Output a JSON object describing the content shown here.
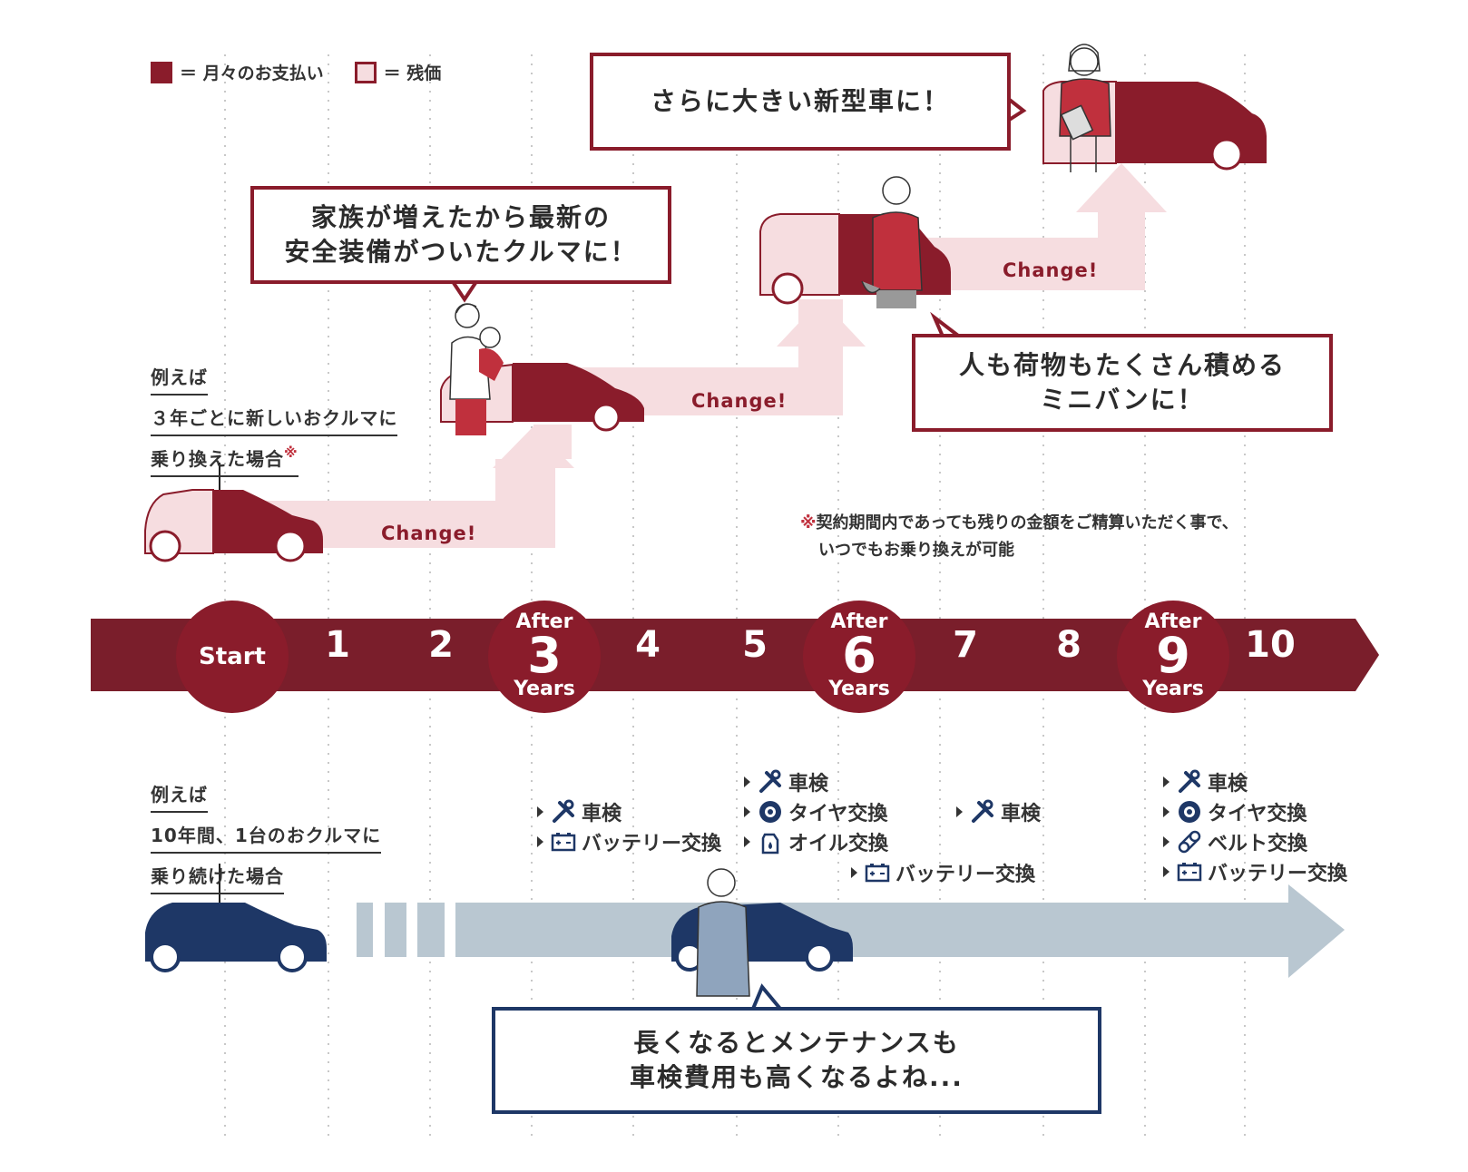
{
  "legend": {
    "payment_label": "＝ 月々のお支払い",
    "residual_label": "＝ 残価",
    "payment_color": "#8a1c2b",
    "residual_color": "#f6dde0"
  },
  "bubbles": {
    "b1": "家族が増えたから最新の\n安全装備がついたクルマに！",
    "b2": "人も荷物もたくさん積める\nミニバンに！",
    "b3": "さらに大きい新型車に！",
    "b4": "長くなるとメンテナンスも\n車検費用も高くなるよね..."
  },
  "scenario_change": {
    "line1": "例えば",
    "line2": "３年ごとに新しいおクルマに",
    "line3": "乗り換えた場合",
    "mark": "※"
  },
  "scenario_keep": {
    "line1": "例えば",
    "line2": "10年間、1台のおクルマに",
    "line3": "乗り続けた場合"
  },
  "change_label": "Change!",
  "note": {
    "mark": "※",
    "line1": "契約期間内であっても残りの金額をご精算いただく事で、",
    "line2": "いつでもお乗り換えが可能"
  },
  "timeline": {
    "start": "Start",
    "numbers": [
      "1",
      "2",
      "4",
      "5",
      "7",
      "8",
      "10"
    ],
    "after_word": "After",
    "years_word": "Years",
    "milestones": [
      "3",
      "6",
      "9"
    ]
  },
  "maintenance": {
    "at3": [
      {
        "icon": "wrench-icon",
        "label": "車検"
      },
      {
        "icon": "battery-icon",
        "label": "バッテリー交換"
      }
    ],
    "at5": [
      {
        "icon": "wrench-icon",
        "label": "車検"
      },
      {
        "icon": "tire-icon",
        "label": "タイヤ交換"
      },
      {
        "icon": "oil-icon",
        "label": "オイル交換"
      }
    ],
    "at6": [
      {
        "icon": "battery-icon",
        "label": "バッテリー交換"
      }
    ],
    "at7": [
      {
        "icon": "wrench-icon",
        "label": "車検"
      }
    ],
    "at9": [
      {
        "icon": "wrench-icon",
        "label": "車検"
      },
      {
        "icon": "tire-icon",
        "label": "タイヤ交換"
      },
      {
        "icon": "belt-icon",
        "label": "ベルト交換"
      },
      {
        "icon": "battery-icon",
        "label": "バッテリー交換"
      }
    ]
  },
  "colors": {
    "maroon": "#8a1c2b",
    "pink": "#f6dde0",
    "navy": "#1e3766",
    "grey_blue": "#b9c7d1"
  }
}
